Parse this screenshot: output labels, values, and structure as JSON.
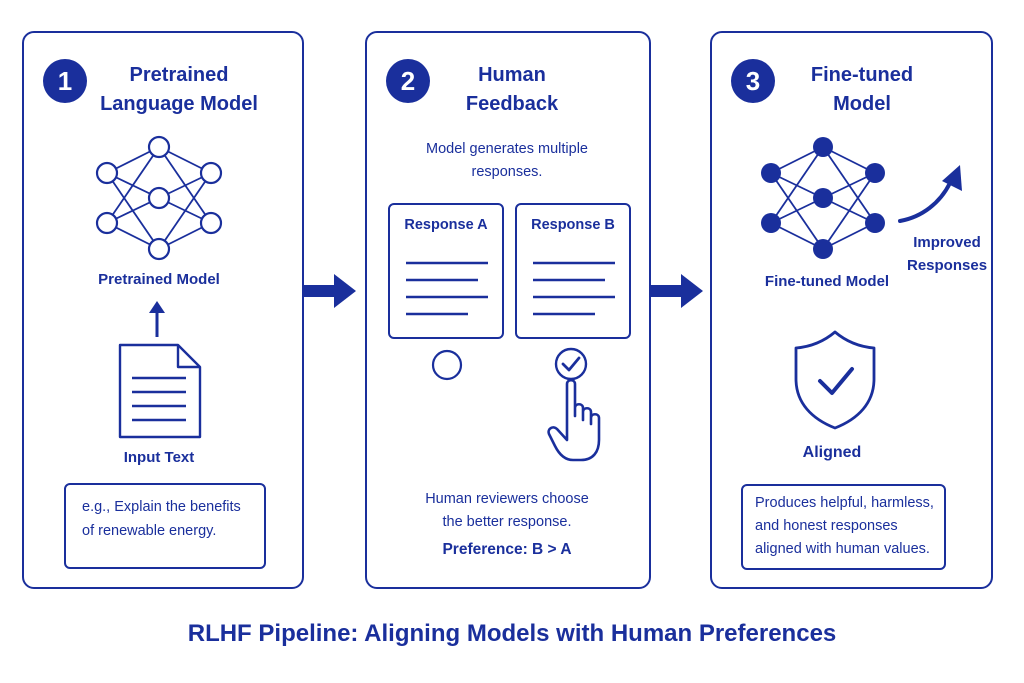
{
  "caption": "RLHF Pipeline:  Aligning Models with Human Preferences",
  "colors": {
    "primary": "#1a2f9c",
    "background": "#ffffff"
  },
  "steps": [
    {
      "number": "1",
      "title_line1": "Pretrained",
      "title_line2": "Language Model",
      "network_label": "Pretrained Model",
      "input_label": "Input Text",
      "example_line1": "e.g., Explain the benefits",
      "example_line2": "of renewable energy.",
      "icons": [
        "neural-network-icon",
        "up-arrow-icon",
        "document-icon"
      ]
    },
    {
      "number": "2",
      "title_line1": "Human",
      "title_line2": "Feedback",
      "intro_line1": "Model generates multiple",
      "intro_line2": "responses.",
      "responses": [
        {
          "label": "Response A",
          "selected": false
        },
        {
          "label": "Response B",
          "selected": true
        }
      ],
      "reviewer_line1": "Human reviewers choose",
      "reviewer_line2": "the better response.",
      "preference": "Preference: B > A",
      "icons": [
        "radio-empty-icon",
        "check-circle-icon",
        "pointing-hand-icon"
      ]
    },
    {
      "number": "3",
      "title_line1": "Fine-tuned",
      "title_line2": "Model",
      "network_label": "Fine-tuned Model",
      "improved_line1": "Improved",
      "improved_line2": "Responses",
      "aligned_label": "Aligned",
      "result_line1": "Produces helpful, harmless,",
      "result_line2": "and honest responses",
      "result_line3": "aligned with human values.",
      "icons": [
        "filled-neural-network-icon",
        "curved-arrow-icon",
        "shield-check-icon"
      ]
    }
  ]
}
